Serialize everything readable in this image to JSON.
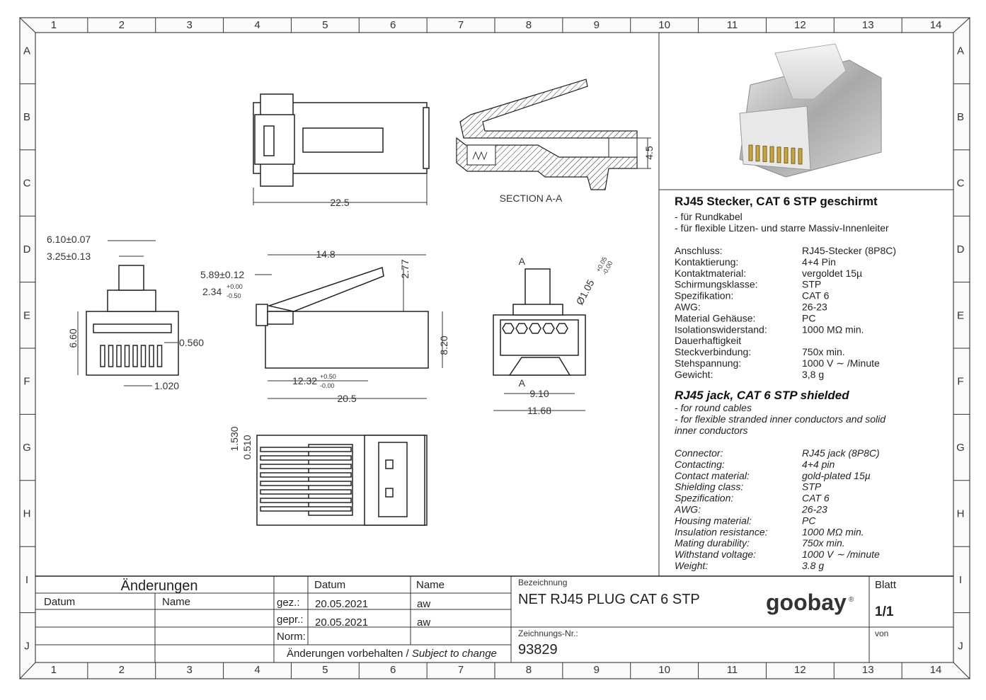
{
  "frame": {
    "columns": [
      "1",
      "2",
      "3",
      "4",
      "5",
      "6",
      "7",
      "8",
      "9",
      "10",
      "11",
      "12",
      "13",
      "14"
    ],
    "rows": [
      "A",
      "B",
      "C",
      "D",
      "E",
      "F",
      "G",
      "H",
      "I",
      "J"
    ]
  },
  "drawing": {
    "section_label": "SECTION A-A",
    "section_marker": "A",
    "dims": {
      "top_length": "22.5",
      "section_height": "4.5",
      "d1": "6.10±0.07",
      "d2": "3.25±0.13",
      "d3": "6.60",
      "d4": "0.560",
      "d5": "1.020",
      "s1": "14.8",
      "s2": "5.89±0.12",
      "s3_base": "2.34",
      "s3_sup": "+0.00",
      "s3_sub": "-0.50",
      "s4": "2.77",
      "s5": "8.20",
      "s6_base": "12.32",
      "s6_sup": "+0.50",
      "s6_sub": "-0.00",
      "s7": "20.5",
      "f1_base": "Ø1.05",
      "f1_sup": "+0.05",
      "f1_sub": "-0.00",
      "f2": "9.10",
      "f3": "11.68",
      "b1": "1.530",
      "b2": "0.510"
    }
  },
  "spec_de": {
    "title": "RJ45 Stecker, CAT 6 STP geschirmt",
    "bullets": [
      "- für Rundkabel",
      "- für flexible Litzen- und starre Massiv-Innenleiter"
    ],
    "rows": [
      {
        "k": "Anschluss:",
        "v": "RJ45-Stecker (8P8C)"
      },
      {
        "k": "Kontaktierung:",
        "v": "4+4 Pin"
      },
      {
        "k": "Kontaktmaterial:",
        "v": "vergoldet 15µ"
      },
      {
        "k": "Schirmungsklasse:",
        "v": "STP"
      },
      {
        "k": "Spezifikation:",
        "v": "CAT 6"
      },
      {
        "k": "AWG:",
        "v": "26-23"
      },
      {
        "k": "Material Gehäuse:",
        "v": "PC"
      },
      {
        "k": "Isolationswiderstand:",
        "v": "1000 MΩ min."
      },
      {
        "k": "Dauerhaftigkeit",
        "v": ""
      },
      {
        "k": "Steckverbindung:",
        "v": "750x min."
      },
      {
        "k": "Stehspannung:",
        "v": "1000 V ∼ /Minute"
      },
      {
        "k": "Gewicht:",
        "v": "3,8 g"
      }
    ]
  },
  "spec_en": {
    "title": "RJ45 jack, CAT 6 STP shielded",
    "bullets": [
      "- for round cables",
      "- for flexible stranded inner conductors and solid",
      "  inner conductors"
    ],
    "rows": [
      {
        "k": "Connector:",
        "v": "RJ45 jack (8P8C)"
      },
      {
        "k": "Contacting:",
        "v": "4+4 pin"
      },
      {
        "k": "Contact material:",
        "v": "gold-plated 15µ"
      },
      {
        "k": "Shielding class:",
        "v": "STP"
      },
      {
        "k": "Spezification:",
        "v": "CAT 6"
      },
      {
        "k": "AWG:",
        "v": "26-23"
      },
      {
        "k": "Housing material:",
        "v": "PC"
      },
      {
        "k": "Insulation resistance:",
        "v": "1000 MΩ min."
      },
      {
        "k": "Mating durability:",
        "v": "750x min."
      },
      {
        "k": "Withstand voltage:",
        "v": "1000 V ∼ /minute"
      },
      {
        "k": "Weight:",
        "v": "3.8 g"
      }
    ]
  },
  "title_block": {
    "changes_label": "Änderungen",
    "datum_col": "Datum",
    "name_col": "Name",
    "datum_head": "Datum",
    "name_head": "Name",
    "gez_label": "gez.:",
    "gez_date": "20.05.2021",
    "gez_name": "aw",
    "gepr_label": "gepr.:",
    "gepr_date": "20.05.2021",
    "gepr_name": "aw",
    "norm_label": "Norm:",
    "subject_de": "Änderungen vorbehalten / ",
    "subject_en": "Subject to change",
    "bezeichnung_label": "Bezeichnung",
    "bezeichnung": "NET RJ45 PLUG CAT 6 STP",
    "zeichnung_label": "Zeichnungs-Nr.:",
    "zeichnung_nr": "93829",
    "blatt_label": "Blatt",
    "blatt": "1/1",
    "von_label": "von",
    "logo": "goobay",
    "logo_reg": "®"
  }
}
